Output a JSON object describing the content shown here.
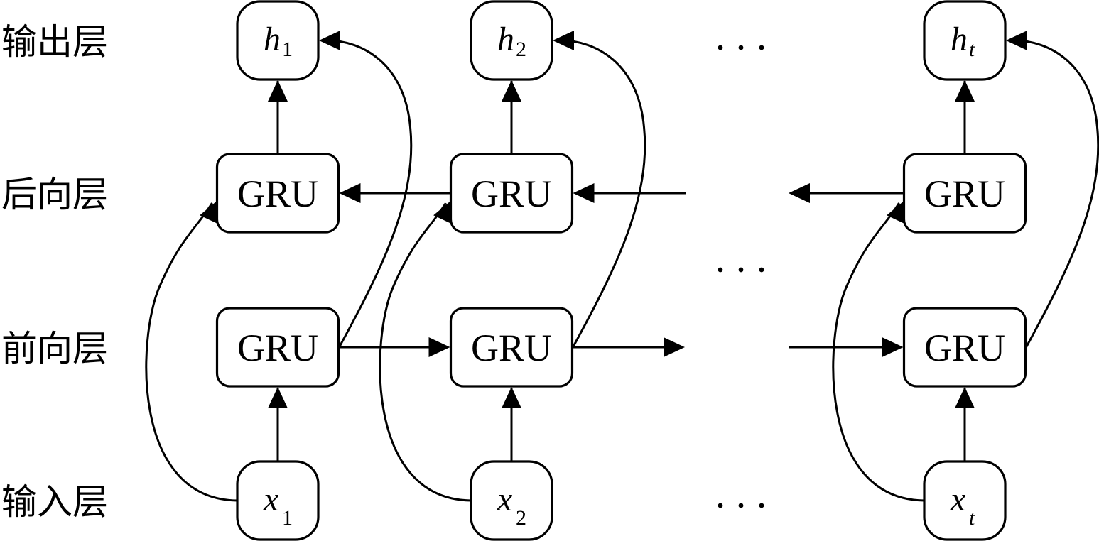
{
  "title": "Bidirectional GRU network structure",
  "layers": [
    {
      "id": "output",
      "label": "输出层"
    },
    {
      "id": "backward",
      "label": "后向层"
    },
    {
      "id": "forward",
      "label": "前向层"
    },
    {
      "id": "input",
      "label": "输入层"
    }
  ],
  "cell_label": "GRU",
  "ellipsis": "…",
  "columns": [
    {
      "id": "c1",
      "output": {
        "var": "h",
        "sub": "1",
        "sub_italic": false
      },
      "input": {
        "var": "x",
        "sub": "1",
        "sub_italic": false
      }
    },
    {
      "id": "c2",
      "output": {
        "var": "h",
        "sub": "2",
        "sub_italic": false
      },
      "input": {
        "var": "x",
        "sub": "2",
        "sub_italic": false
      }
    },
    {
      "id": "ct",
      "output": {
        "var": "h",
        "sub": "t",
        "sub_italic": true
      },
      "input": {
        "var": "x",
        "sub": "t",
        "sub_italic": true
      }
    }
  ],
  "edges": [
    {
      "from": "x",
      "to": "forward-GRU",
      "type": "up"
    },
    {
      "from": "backward-GRU",
      "to": "h",
      "type": "up"
    },
    {
      "from": "x",
      "to": "backward-GRU",
      "type": "curve"
    },
    {
      "from": "forward-GRU",
      "to": "h",
      "type": "curve"
    },
    {
      "from": "forward-GRU(t)",
      "to": "forward-GRU(t+1)",
      "type": "right"
    },
    {
      "from": "backward-GRU(t+1)",
      "to": "backward-GRU(t)",
      "type": "left"
    }
  ],
  "colors": {
    "stroke": "#000000",
    "background": "#ffffff"
  }
}
